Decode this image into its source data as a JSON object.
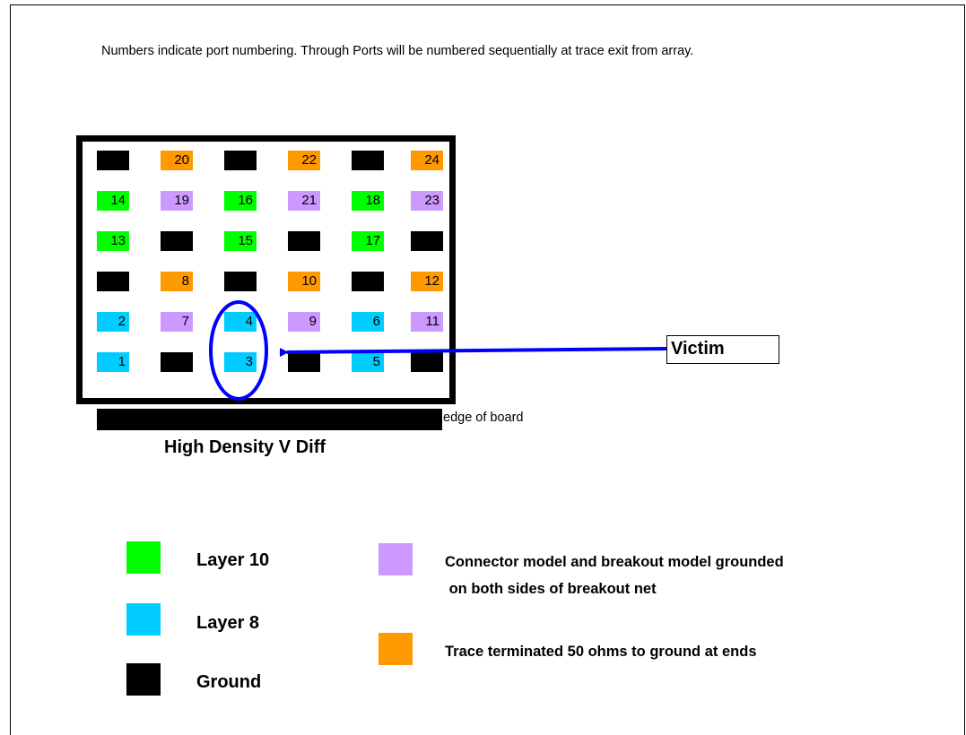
{
  "note": "Numbers indicate port numbering. Through Ports will be numbered sequentially at trace exit from array.",
  "colors": {
    "layer10": "#00ff00",
    "layer8": "#00ccff",
    "ground": "#000000",
    "grounded": "#cc99ff",
    "terminated": "#ff9900",
    "highlight": "#0000ff"
  },
  "pin_rows": [
    [
      {
        "t": "ground",
        "n": ""
      },
      {
        "t": "terminated",
        "n": "20"
      },
      {
        "t": "ground",
        "n": ""
      },
      {
        "t": "terminated",
        "n": "22"
      },
      {
        "t": "ground",
        "n": ""
      },
      {
        "t": "terminated",
        "n": "24"
      }
    ],
    [
      {
        "t": "layer10",
        "n": "14"
      },
      {
        "t": "grounded",
        "n": "19"
      },
      {
        "t": "layer10",
        "n": "16"
      },
      {
        "t": "grounded",
        "n": "21"
      },
      {
        "t": "layer10",
        "n": "18"
      },
      {
        "t": "grounded",
        "n": "23"
      }
    ],
    [
      {
        "t": "layer10",
        "n": "13"
      },
      {
        "t": "ground",
        "n": ""
      },
      {
        "t": "layer10",
        "n": "15"
      },
      {
        "t": "ground",
        "n": ""
      },
      {
        "t": "layer10",
        "n": "17"
      },
      {
        "t": "ground",
        "n": ""
      }
    ],
    [
      {
        "t": "ground",
        "n": ""
      },
      {
        "t": "terminated",
        "n": "8"
      },
      {
        "t": "ground",
        "n": ""
      },
      {
        "t": "terminated",
        "n": "10"
      },
      {
        "t": "ground",
        "n": ""
      },
      {
        "t": "terminated",
        "n": "12"
      }
    ],
    [
      {
        "t": "layer8",
        "n": "2"
      },
      {
        "t": "grounded",
        "n": "7"
      },
      {
        "t": "layer8",
        "n": "4"
      },
      {
        "t": "grounded",
        "n": "9"
      },
      {
        "t": "layer8",
        "n": "6"
      },
      {
        "t": "grounded",
        "n": "11"
      }
    ],
    [
      {
        "t": "layer8",
        "n": "1"
      },
      {
        "t": "ground",
        "n": ""
      },
      {
        "t": "layer8",
        "n": "3"
      },
      {
        "t": "ground",
        "n": ""
      },
      {
        "t": "layer8",
        "n": "5"
      },
      {
        "t": "ground",
        "n": ""
      }
    ]
  ],
  "edge_label": "edge of board",
  "caption": "High Density V Diff",
  "victim_label": "Victim",
  "legend": {
    "layer10": "Layer 10",
    "layer8": "Layer 8",
    "ground": "Ground",
    "grounded_line1": "Connector model and breakout model grounded",
    "grounded_line2": " on both sides of breakout net",
    "terminated": "Trace terminated 50 ohms to ground at ends"
  }
}
